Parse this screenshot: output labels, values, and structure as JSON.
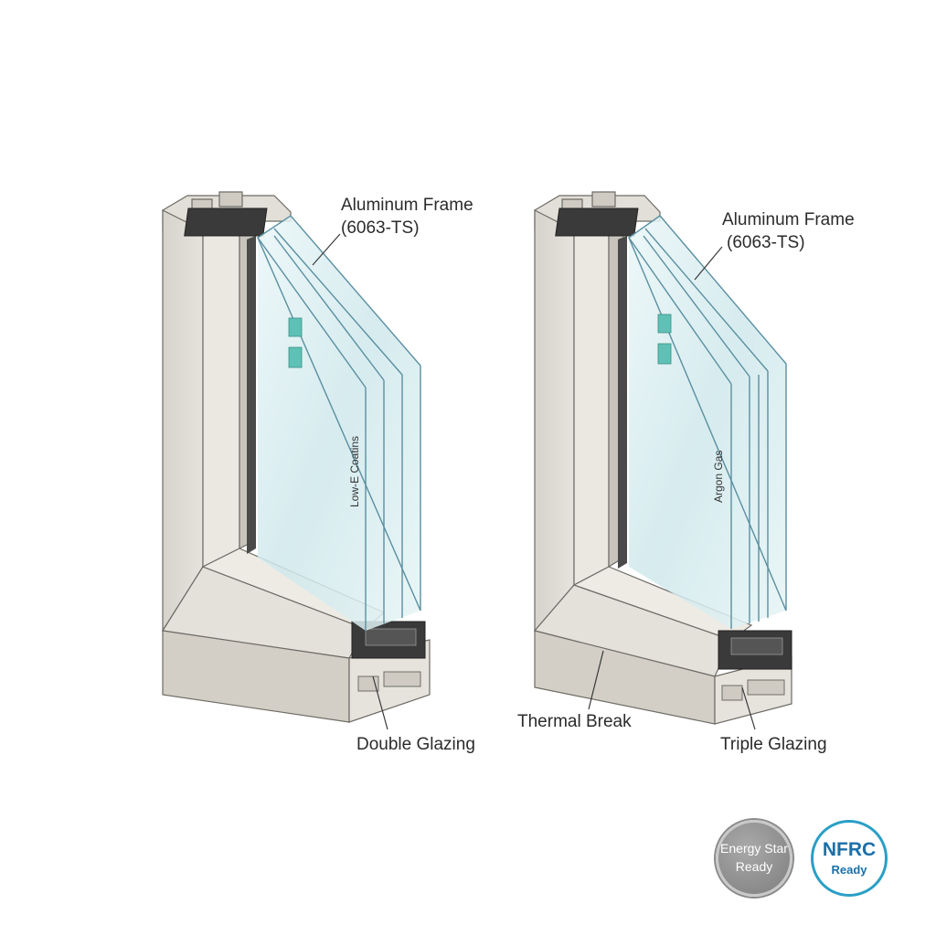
{
  "labels": {
    "frame_left": [
      "Aluminum Frame",
      "(6063-TS)"
    ],
    "frame_right": [
      "Aluminum Frame",
      "(6063-TS)"
    ],
    "coating": "Low-E Coatins",
    "gas": "Argon Gas",
    "double_glazing": "Double Glazing",
    "triple_glazing": "Triple Glazing",
    "thermal_break": "Thermal Break"
  },
  "badges": {
    "energy_star": {
      "line1": "Energy Star",
      "line2": "Ready"
    },
    "nfrc": {
      "line1": "NFRC",
      "line2": "Ready"
    }
  },
  "colors": {
    "frame": "#dcd9d2",
    "frame_shadow": "#bdbab2",
    "glass": "#d4ecef",
    "glass_edge": "#5a8fa0",
    "spacer": "#3a3a3a",
    "accent_tab": "#5fc1b6",
    "nfrc_blue": "#2a9fc6"
  }
}
